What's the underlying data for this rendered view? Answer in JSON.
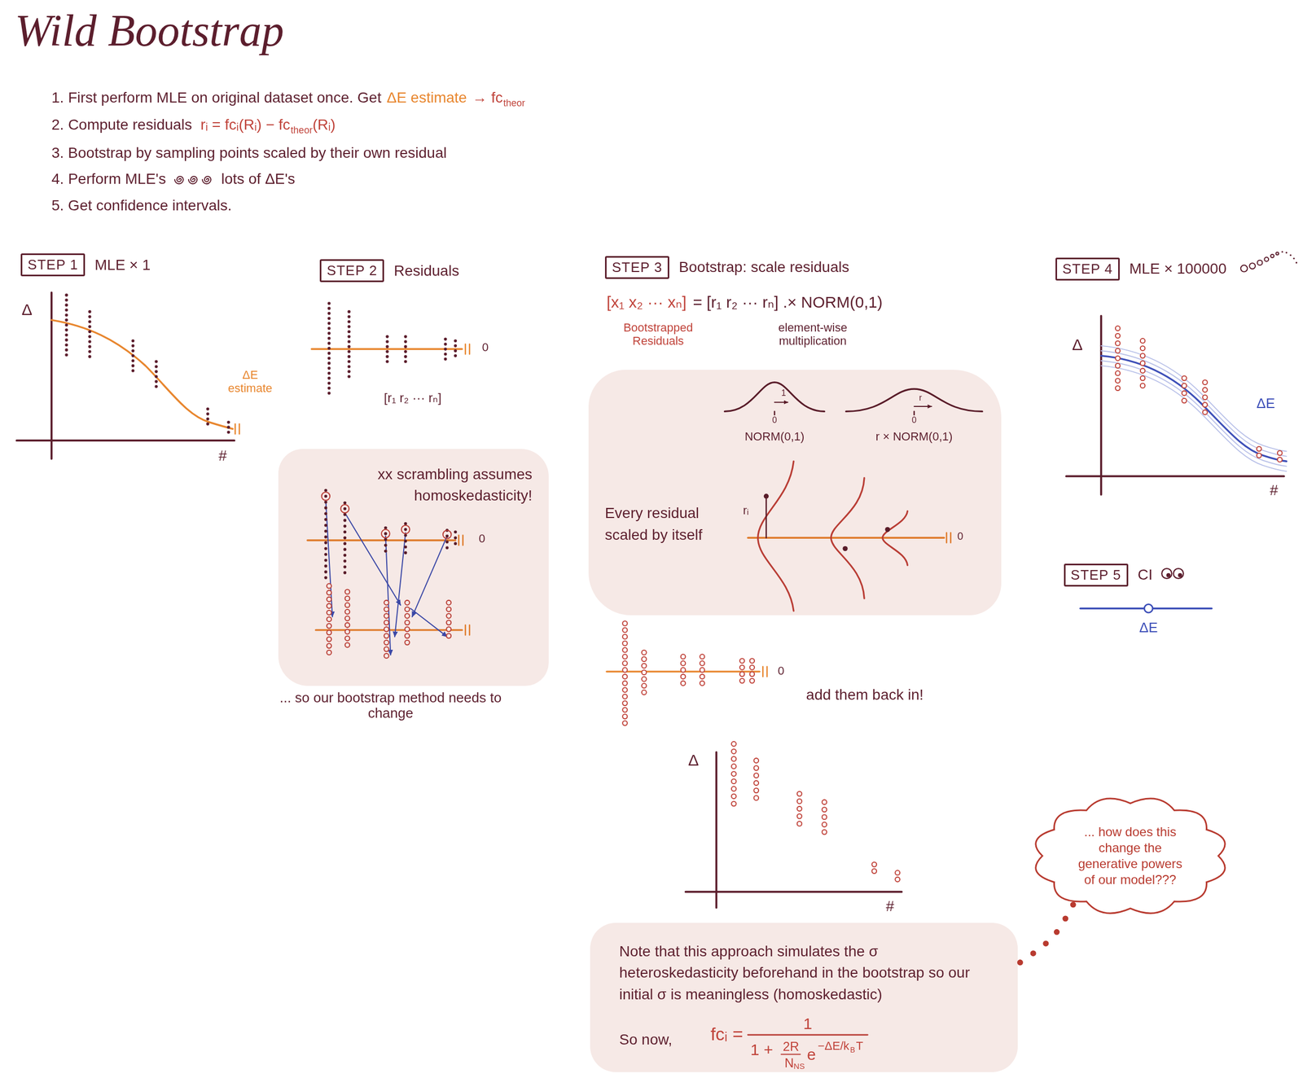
{
  "diagram": {
    "title": "Wild Bootstrap",
    "nodes": [
      {
        "text": [
          "STEP 1",
          "MLE × 1"
        ]
      },
      {
        "text": [
          "STEP 2",
          "Residuals"
        ]
      },
      {
        "text": [
          "xx scrambling assumes homoskedasticity!"
        ]
      },
      {
        "text": [
          "STEP 3",
          "Bootstrap: scale residuals"
        ]
      },
      {
        "text": [
          "Every residual scaled by itself"
        ]
      },
      {
        "text": [
          "STEP 4",
          "MLE × 100000"
        ]
      },
      {
        "text": [
          "STEP 5",
          "CI"
        ]
      },
      {
        "text": [
          "Note that this approach simulates the σ heteroskedasticity beforehand in the bootstrap so our initial σ is meaningless (homoskedastic)",
          "So now,"
        ]
      },
      {
        "text": [
          "... how does this change the generative powers of our model???"
        ]
      }
    ],
    "edges": [
      {
        "from": 7,
        "to": 8,
        "arrow": "none"
      }
    ],
    "labels": [
      "1. First perform MLE on original dataset once. Get",
      "ΔE estimate",
      "→ fc",
      "theor",
      "2. Compute residuals",
      "rᵢ = fcᵢ(Rᵢ) − fc",
      "theor",
      "(Rᵢ)",
      "3. Bootstrap by sampling points scaled by their own residual",
      "4. Perform MLE's",
      "lots of ΔE's",
      "5. Get confidence intervals.",
      "Δ",
      "#",
      "ΔE estimate",
      "0",
      "[r₁ r₂ ··· rₙ]",
      "0",
      "... so our bootstrap method needs to change",
      "[x₁ x₂ ··· xₙ]",
      "= [r₁ r₂ ··· rₙ] .× NORM(0,1)",
      "Bootstrapped Residuals",
      "element-wise multiplication",
      "NORM(0,1)",
      "0",
      "1",
      "r × NORM(0,1)",
      "0",
      "r",
      "rᵢ",
      "0",
      "0",
      "add them back in!",
      "Δ",
      "#",
      "Δ",
      "#",
      "ΔE",
      "ΔE",
      "fcᵢ =",
      "1",
      "1 +",
      "2R",
      "N",
      "NS",
      "e",
      "−ΔE/k",
      "B",
      "T"
    ]
  }
}
